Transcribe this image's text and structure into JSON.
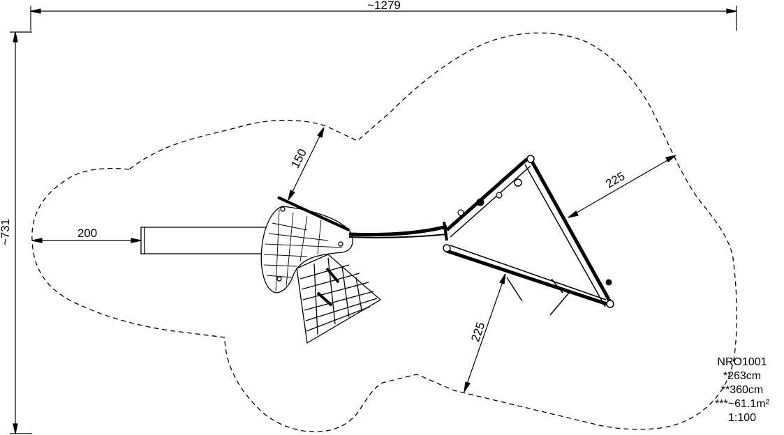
{
  "dimensions": {
    "overall_width": "~1279",
    "overall_height": "~731",
    "slide_clearance": "200",
    "tower_clearance": "150",
    "right_clearance": "225",
    "bottom_clearance": "225"
  },
  "spec": {
    "code": "NRO1001",
    "height_1": "*263cm",
    "height_2": "**360cm",
    "area": "***~61.1m²",
    "scale": "1:100"
  }
}
